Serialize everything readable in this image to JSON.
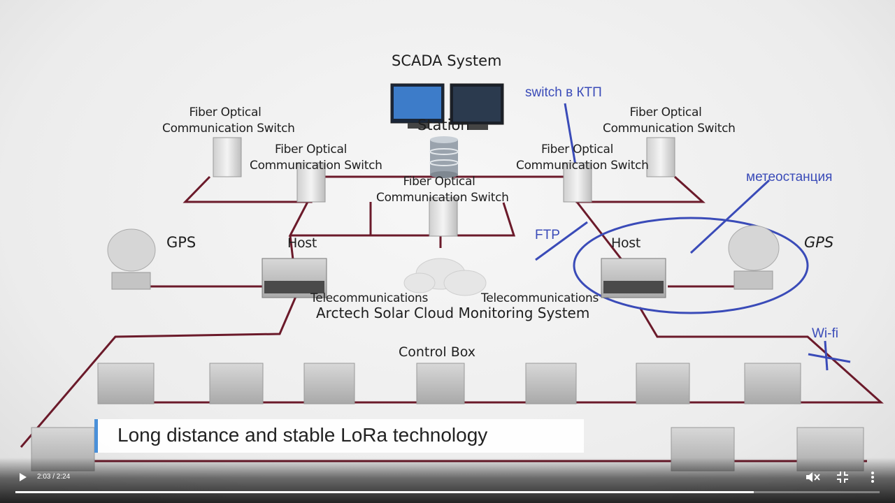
{
  "diagram": {
    "scada_title": "SCADA System",
    "station_label": "Station",
    "switch_label_line1": "Fiber Optical",
    "switch_label_line2": "Communication Switch",
    "gps_left": "GPS",
    "gps_right": "GPS",
    "host_left": "Host",
    "host_right": "Host",
    "telecom_left": "Telecommunications",
    "telecom_right": "Telecommunications",
    "system_name": "Arctech Solar Cloud Monitoring System",
    "control_box": "Control Box"
  },
  "annotations": {
    "switch_ktp": "switch в КТП",
    "weather_station": "метеостанция",
    "ftp": "FTP",
    "wifi": "Wi-fi"
  },
  "caption": "Long distance and stable LoRa technology",
  "player": {
    "time": "2:03 / 2:24",
    "progress": 0.854,
    "icons": [
      "play-icon",
      "muted-icon",
      "exit-fullscreen-icon",
      "more-options-icon"
    ]
  },
  "colors": {
    "line": "#6b1a2a",
    "annotation": "#3a4bb8"
  }
}
